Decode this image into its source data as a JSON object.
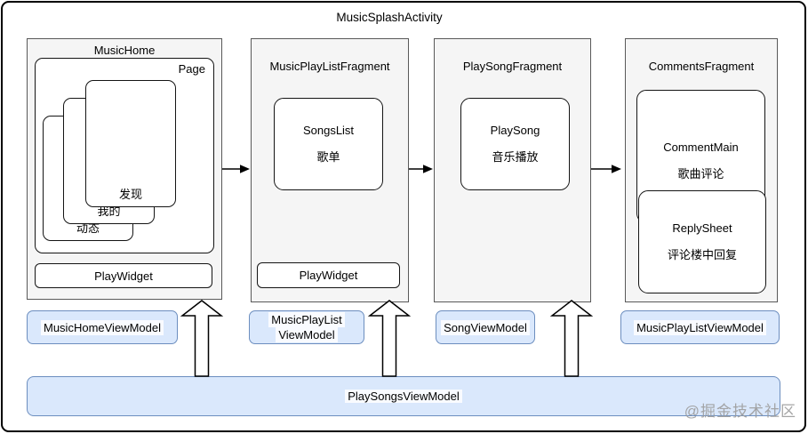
{
  "title": "MusicSplashActivity",
  "watermark": "@掘金技术社区",
  "colors": {
    "viewmodel_fill": "#dae8fc",
    "viewmodel_border": "#6c8ebf",
    "panel_fill": "#f5f5f5",
    "panel_border": "#595959",
    "box_border": "#141414"
  },
  "columns": [
    {
      "name": "MusicHome",
      "page_label": "Page",
      "cards": [
        "发现",
        "我的",
        "动态"
      ],
      "widget": "PlayWidget"
    },
    {
      "name": "MusicPlayListFragment",
      "box_line1": "SongsList",
      "box_line2": "歌单",
      "widget": "PlayWidget"
    },
    {
      "name": "PlaySongFragment",
      "box_line1": "PlaySong",
      "box_line2": "音乐播放"
    },
    {
      "name": "CommentsFragment",
      "boxes": [
        {
          "line1": "CommentMain",
          "line2": "歌曲评论"
        },
        {
          "line1": "ReplySheet",
          "line2": "评论楼中回复"
        }
      ]
    }
  ],
  "viewmodels": [
    {
      "line1": "MusicHomeViewModel"
    },
    {
      "line1": "MusicPlayList",
      "line2": "ViewModel"
    },
    {
      "line1": "SongViewModel"
    },
    {
      "line1": "MusicPlayListViewModel"
    }
  ],
  "shared_viewmodel": "PlaySongsViewModel"
}
